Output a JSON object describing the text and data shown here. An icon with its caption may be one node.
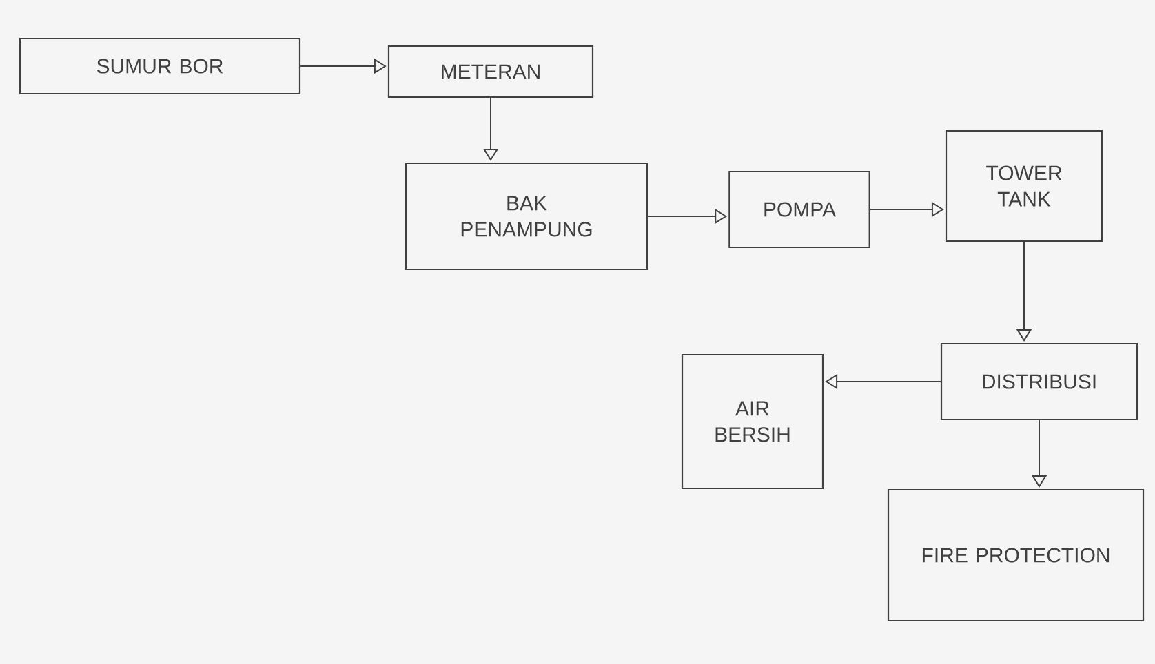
{
  "diagram": {
    "nodes": [
      {
        "text": [
          "SUMUR BOR"
        ]
      },
      {
        "text": [
          "METERAN"
        ]
      },
      {
        "text": [
          "BAK PENAMPUNG"
        ]
      },
      {
        "text": [
          "POMPA"
        ]
      },
      {
        "text": [
          "TOWER TANK"
        ]
      },
      {
        "text": [
          "DISTRIBUSI"
        ]
      },
      {
        "text": [
          "AIR BERSIH"
        ]
      },
      {
        "text": [
          "FIRE PROTECTION"
        ]
      }
    ],
    "edges": [
      {
        "from": 0,
        "to": 1,
        "arrow": "to"
      },
      {
        "from": 1,
        "to": 2,
        "arrow": "to"
      },
      {
        "from": 2,
        "to": 3,
        "arrow": "to"
      },
      {
        "from": 3,
        "to": 4,
        "arrow": "to"
      },
      {
        "from": 4,
        "to": 5,
        "arrow": "to"
      },
      {
        "from": 5,
        "to": 6,
        "arrow": "to"
      },
      {
        "from": 5,
        "to": 7,
        "arrow": "to"
      }
    ]
  }
}
